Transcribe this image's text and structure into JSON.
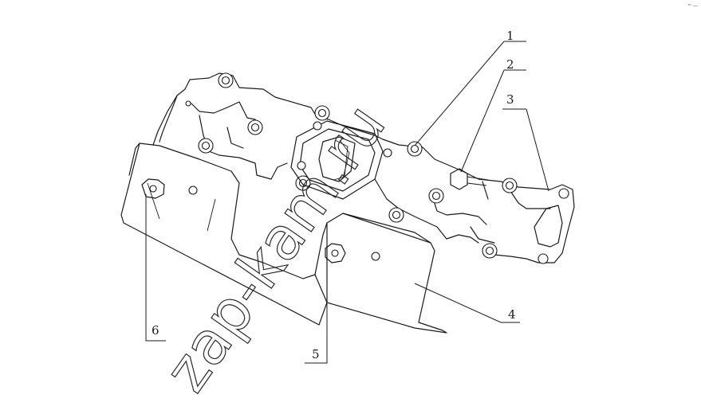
{
  "diagram": {
    "callouts": [
      {
        "id": "1",
        "label": "1"
      },
      {
        "id": "2",
        "label": "2"
      },
      {
        "id": "3",
        "label": "3"
      },
      {
        "id": "4",
        "label": "4"
      },
      {
        "id": "5",
        "label": "5"
      },
      {
        "id": "6",
        "label": "6"
      }
    ],
    "watermark": "zap-kam.ru",
    "corner_mark": "ᵐ ---"
  }
}
